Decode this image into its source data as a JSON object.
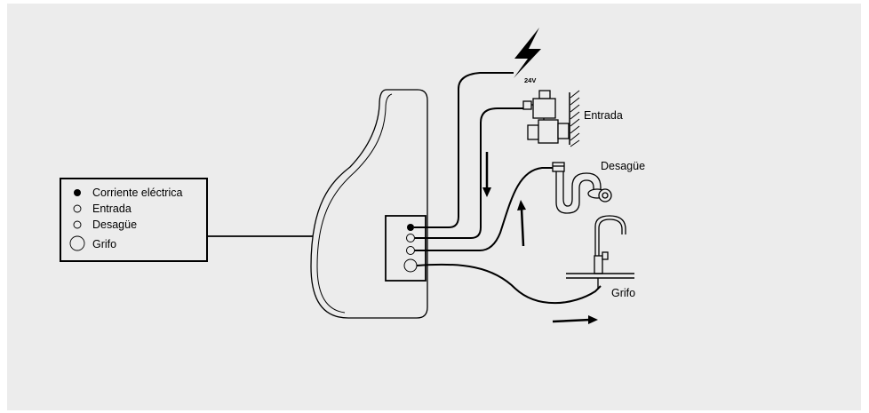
{
  "colors": {
    "background": "#ececec",
    "line": "#000000",
    "device_fill": "#ececec"
  },
  "power_label": "24V",
  "labels": {
    "entrada": "Entrada",
    "desague": "Desagüe",
    "grifo": "Grifo"
  },
  "legend": {
    "items": [
      {
        "icon": "filled-dot-icon",
        "label": "Corriente eléctrica"
      },
      {
        "icon": "small-circle-icon",
        "label": "Entrada"
      },
      {
        "icon": "small-circle-icon",
        "label": "Desagüe"
      },
      {
        "icon": "large-circle-icon",
        "label": "Grifo"
      }
    ]
  }
}
